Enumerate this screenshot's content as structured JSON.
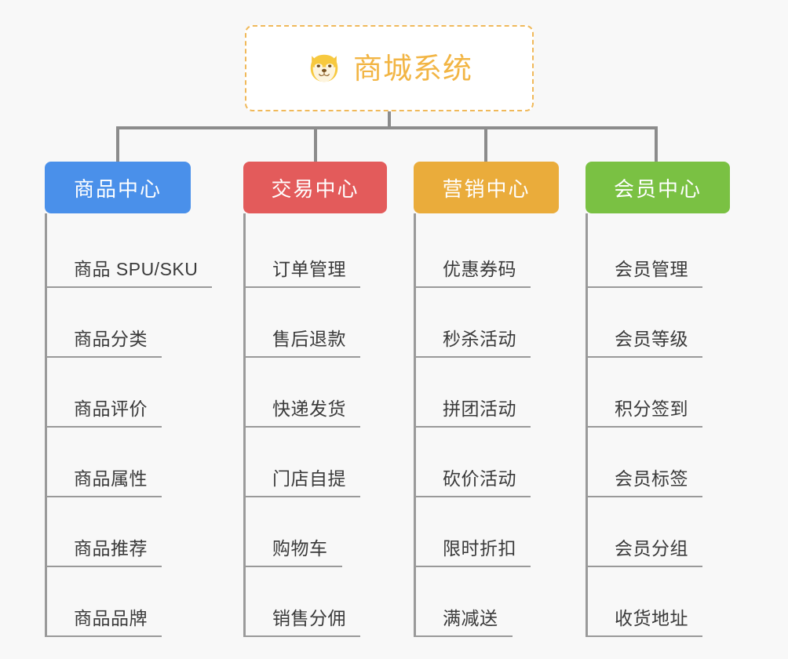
{
  "root": {
    "title": "商城系统",
    "icon": "shiba-dog-icon",
    "title_color": "#f2b544",
    "border_color": "#f0b95a"
  },
  "theme": {
    "background": "#f8f8f8",
    "connector_color": "#8c8c8c",
    "leaf_line_color": "#9a9a9a",
    "leaf_text_color": "#3a3a3a"
  },
  "categories": [
    {
      "label": "商品中心",
      "color": "#4a90ea",
      "items": [
        "商品 SPU/SKU",
        "商品分类",
        "商品评价",
        "商品属性",
        "商品推荐",
        "商品品牌"
      ]
    },
    {
      "label": "交易中心",
      "color": "#e35b5b",
      "items": [
        "订单管理",
        "售后退款",
        "快递发货",
        "门店自提",
        "购物车",
        "销售分佣"
      ]
    },
    {
      "label": "营销中心",
      "color": "#eaac3b",
      "items": [
        "优惠券码",
        "秒杀活动",
        "拼团活动",
        "砍价活动",
        "限时折扣",
        "满减送"
      ]
    },
    {
      "label": "会员中心",
      "color": "#7ac143",
      "items": [
        "会员管理",
        "会员等级",
        "积分签到",
        "会员标签",
        "会员分组",
        "收货地址"
      ]
    }
  ]
}
